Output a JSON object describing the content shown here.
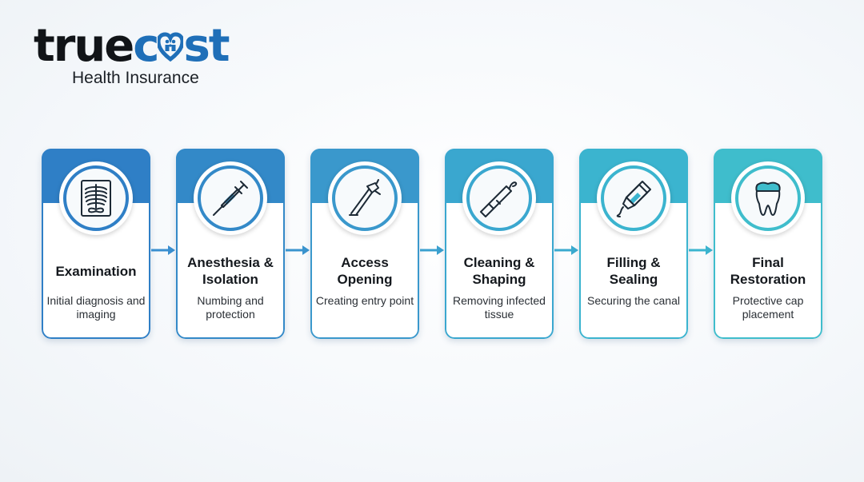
{
  "logo": {
    "word_part1": "true",
    "word_part2": "c",
    "word_part3": "st",
    "subtitle": "Health Insurance"
  },
  "steps": [
    {
      "title": "Examination",
      "description": "Initial diagnosis and imaging",
      "icon": "xray-icon",
      "color": "#2f7fc6"
    },
    {
      "title": "Anesthesia & Isolation",
      "description": "Numbing and protection",
      "icon": "syringe-icon",
      "color": "#3389c8"
    },
    {
      "title": "Access Opening",
      "description": "Creating entry point",
      "icon": "dental-drill-icon",
      "color": "#3a98cc"
    },
    {
      "title": "Cleaning & Shaping",
      "description": "Removing infected tissue",
      "icon": "dental-file-icon",
      "color": "#3aa7cf"
    },
    {
      "title": "Filling & Sealing",
      "description": "Securing the canal",
      "icon": "sealant-tube-icon",
      "color": "#3bb4cf"
    },
    {
      "title": "Final Restoration",
      "description": "Protective cap placement",
      "icon": "crowned-tooth-icon",
      "color": "#3fbdcc"
    }
  ]
}
